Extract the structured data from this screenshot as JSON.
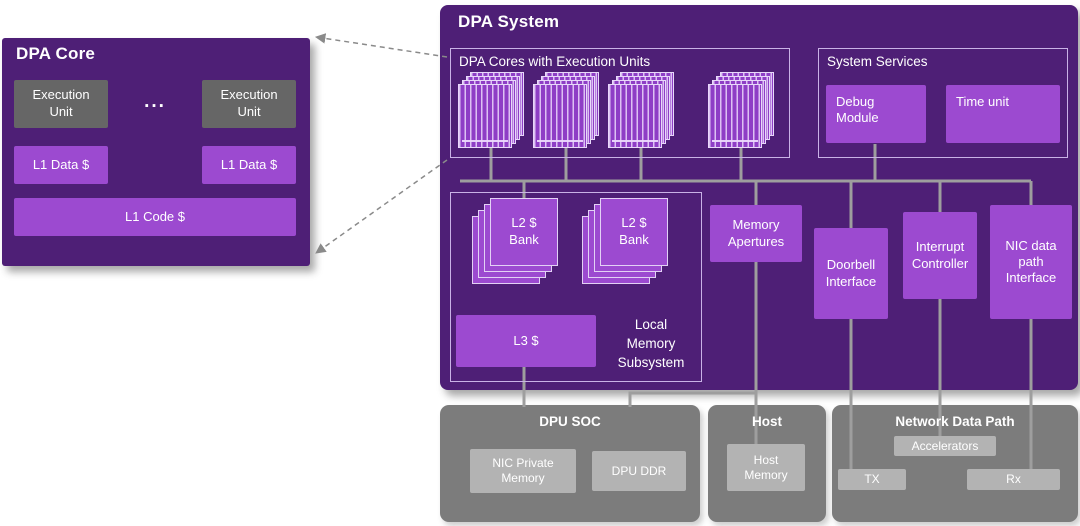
{
  "dpa_core": {
    "title": "DPA Core",
    "execution_units": [
      "Execution\nUnit",
      "Execution\nUnit"
    ],
    "ellipsis": "...",
    "l1_data_caches": [
      "L1 Data $",
      "L1 Data $"
    ],
    "l1_code_cache": "L1 Code $"
  },
  "dpa_system": {
    "title": "DPA System",
    "cores_group_label": "DPA Cores with Execution Units",
    "system_services": {
      "label": "System Services",
      "debug_module": "Debug\nModule",
      "time_unit": "Time unit"
    },
    "local_memory_subsystem": {
      "label": "Local\nMemory\nSubsystem",
      "l2_banks": [
        "L2 $\nBank",
        "L2 $\nBank"
      ],
      "l3_cache": "L3 $"
    },
    "interfaces": {
      "memory_apertures": "Memory\nApertures",
      "doorbell_interface": "Doorbell\nInterface",
      "interrupt_controller": "Interrupt\nController",
      "nic_data_path_interface": "NIC data\npath\nInterface"
    }
  },
  "external": {
    "dpu_soc": {
      "title": "DPU SOC",
      "nic_private_memory": "NIC Private\nMemory",
      "dpu_ddr": "DPU DDR"
    },
    "host": {
      "title": "Host",
      "host_memory": "Host\nMemory"
    },
    "network_data_path": {
      "title": "Network Data Path",
      "accelerators": "Accelerators",
      "tx": "TX",
      "rx": "Rx"
    }
  },
  "colors": {
    "panel_purple": "#4e1f76",
    "box_purple": "#9c4ad0",
    "core_card_purple": "#8e3ec6",
    "execution_unit_gray": "#666666",
    "external_panel_gray": "#7c7c7c",
    "external_box_gray": "#b3b3b3",
    "connector_gray": "#9e9e9e",
    "dashed_arrow_gray": "#8a8a8a"
  }
}
